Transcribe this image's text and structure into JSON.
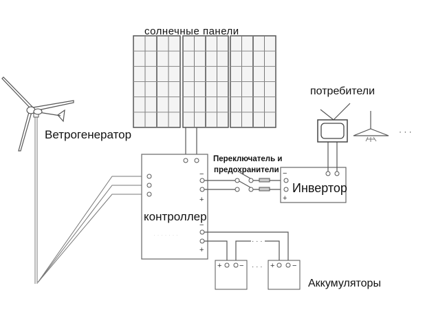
{
  "labels": {
    "solar_panels": "солнечные панели",
    "wind_generator": "Ветрогенератор",
    "consumers": "потребители",
    "switch_fuses_line1": "Переключатель и",
    "switch_fuses_line2": "предохранители",
    "inverter": "Инвертор",
    "controller": "контроллер",
    "batteries": "Аккумуляторы"
  },
  "symbols": {
    "minus": "−",
    "plus": "+",
    "ellipsis": "· · ·"
  },
  "icons": [
    "wind-turbine-icon",
    "solar-panel-icon",
    "tv-icon",
    "lamp-icon",
    "switch-icon",
    "fuse-icon",
    "battery-icon"
  ]
}
